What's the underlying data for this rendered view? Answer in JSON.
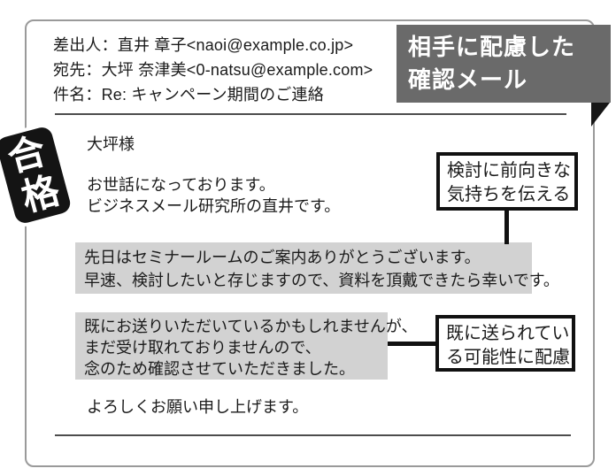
{
  "badge": {
    "line1": "相手に配慮した",
    "line2": "確認メール",
    "bg_color": "#6a6a6a"
  },
  "stamp": {
    "char1": "合",
    "char2": "格",
    "meaning": "pass"
  },
  "email": {
    "from": "差出人：直井 章子<naoi@example.co.jp>",
    "to": "宛先：大坪 奈津美<0-natsu@example.com>",
    "subject": "件名：Re: キャンペーン期間のご連絡",
    "greeting": "大坪様",
    "intro_line1": "お世話になっております。",
    "intro_line2": "ビジネスメール研究所の直井です。",
    "highlight1_line1": "先日はセミナールームのご案内ありがとうございます。",
    "highlight1_line2": "早速、検討したいと存じますので、資料を頂戴できたら幸いです。",
    "highlight2_line1": "既にお送りいただいているかもしれませんが、",
    "highlight2_line2": "まだ受け取れておりませんので、",
    "highlight2_line3": "念のため確認させていただきました。",
    "closing": "よろしくお願い申し上げます。"
  },
  "callouts": {
    "callout1_line1": "検討に前向きな",
    "callout1_line2": "気持ちを伝える",
    "callout2_line1": "既に送られてい",
    "callout2_line2": "る可能性に配慮"
  },
  "colors": {
    "highlight_bg": "#d2d2d2",
    "badge_bg": "#6a6a6a",
    "stamp_bg": "#141414",
    "callout_border": "#111111"
  }
}
